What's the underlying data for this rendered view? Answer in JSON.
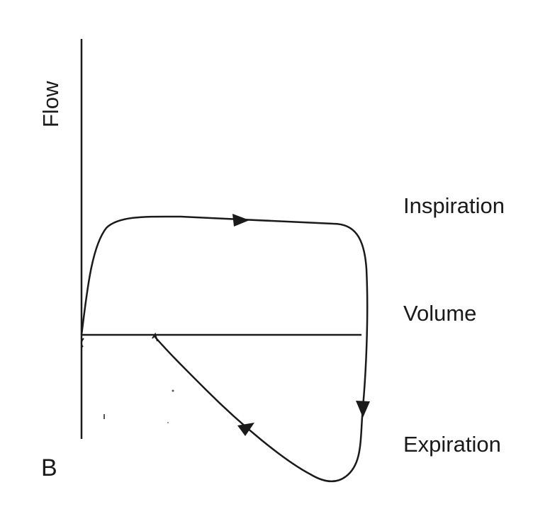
{
  "diagram": {
    "axis_label_flow": "Flow",
    "label_inspiration": "Inspiration",
    "label_volume": "Volume",
    "label_expiration": "Expiration",
    "panel_label": "B",
    "colors": {
      "ink": "#1a1a1a",
      "background": "#ffffff"
    }
  }
}
